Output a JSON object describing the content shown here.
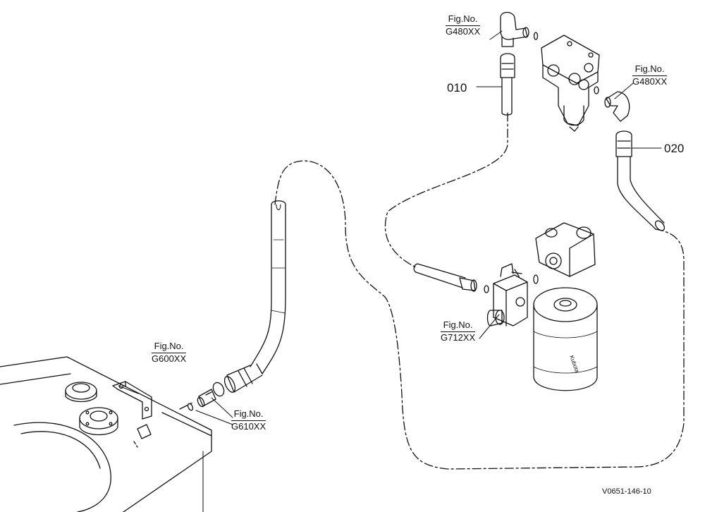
{
  "title": "",
  "parts": [
    {
      "id": "part-010",
      "label": "010"
    },
    {
      "id": "part-020",
      "label": "020"
    }
  ],
  "figure_refs": [
    {
      "id": "ref-top-left",
      "caption": "Fig.No.",
      "number": "G480XX"
    },
    {
      "id": "ref-top-right",
      "caption": "Fig.No.",
      "number": "G480XX"
    },
    {
      "id": "ref-filter",
      "caption": "Fig.No.",
      "number": "G712XX"
    },
    {
      "id": "ref-bracket",
      "caption": "Fig.No.",
      "number": "G600XX"
    },
    {
      "id": "ref-fitting",
      "caption": "Fig.No.",
      "number": "G610XX"
    }
  ],
  "drawing_code": "V0651-146-10",
  "filter_brand": "Kubota"
}
